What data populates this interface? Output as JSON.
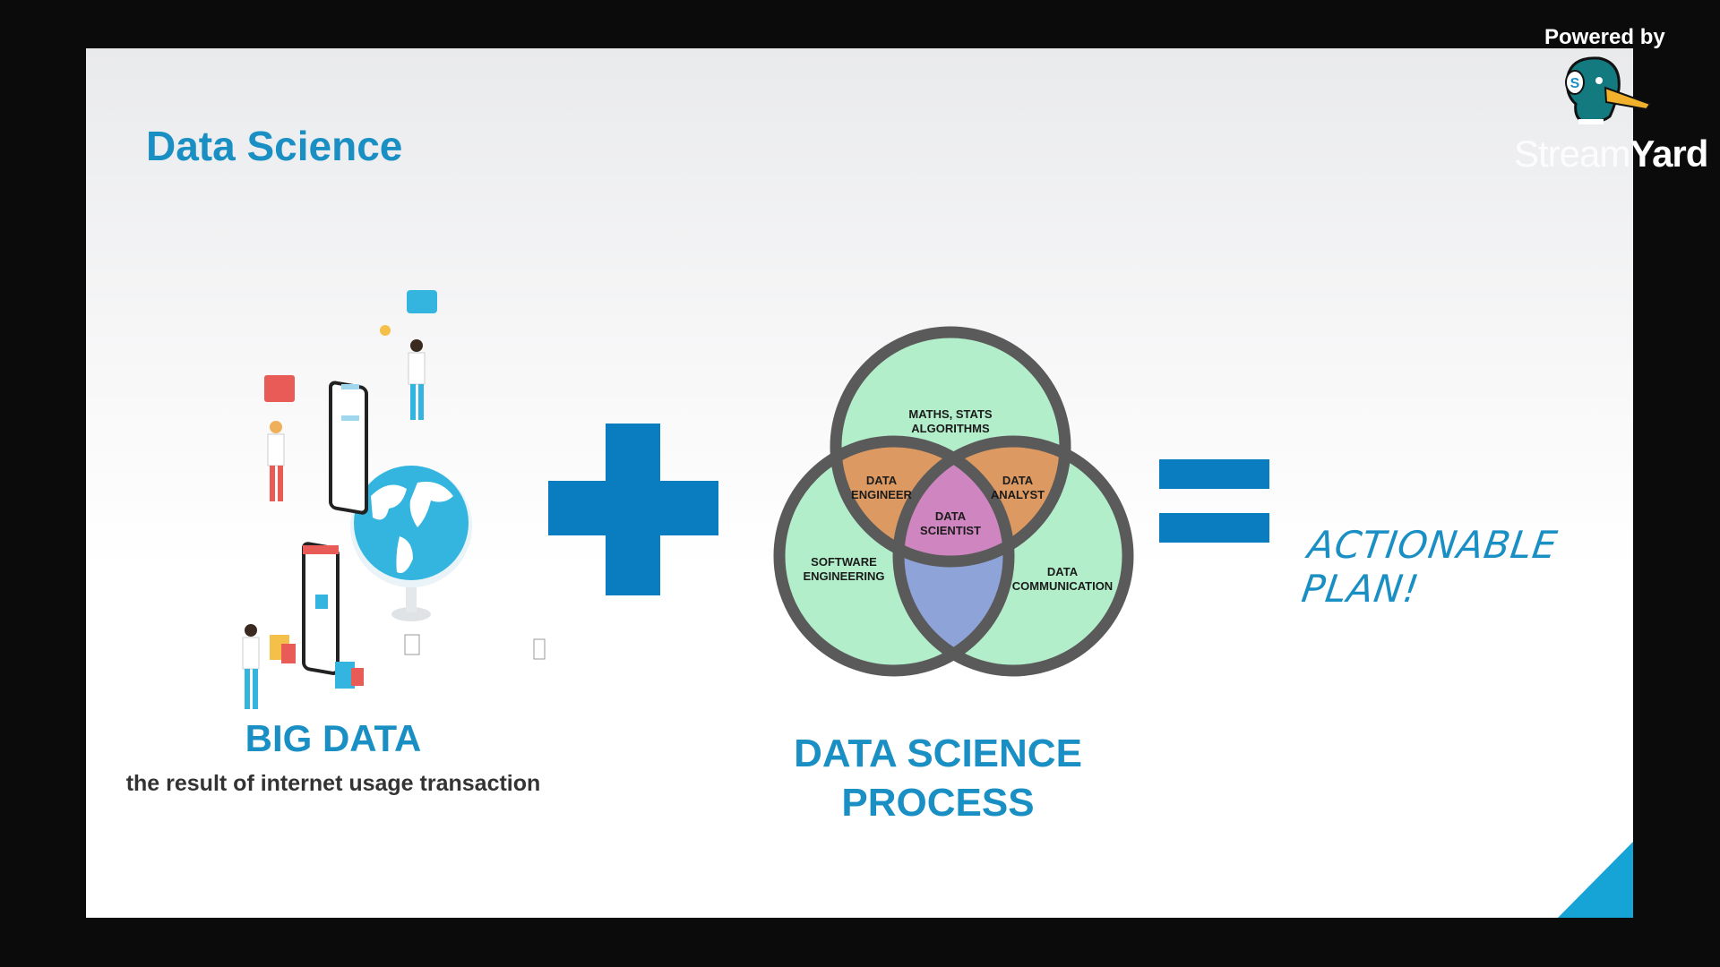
{
  "slide": {
    "title": "Data Science",
    "big_data": {
      "heading": "BIG DATA",
      "subtitle": "the result of internet usage transaction"
    },
    "process": {
      "line1": "DATA SCIENCE",
      "line2": "PROCESS"
    },
    "result": "ACTIONABLE PLAN!",
    "venn": {
      "top_l1": "MATHS, STATS",
      "top_l2": "ALGORITHMS",
      "eng_l1": "DATA",
      "eng_l2": "ENGINEER",
      "ana_l1": "DATA",
      "ana_l2": "ANALYST",
      "sci_l1": "DATA",
      "sci_l2": "SCIENTIST",
      "sw_l1": "SOFTWARE",
      "sw_l2": "ENGINEERING",
      "com_l1": "DATA",
      "com_l2": "COMMUNICATION"
    },
    "colors": {
      "accent": "#1a8fc4",
      "plus": "#0a7dc0",
      "circle": "#b3eecb",
      "overlap2": "#dc9a62",
      "center": "#cf86c0",
      "bottom_overlap": "#8ea3d8"
    }
  },
  "branding": {
    "powered_by": "Powered by",
    "logo_text_1": "Stream",
    "logo_text_2": "Yard",
    "logo_badge": "S"
  }
}
